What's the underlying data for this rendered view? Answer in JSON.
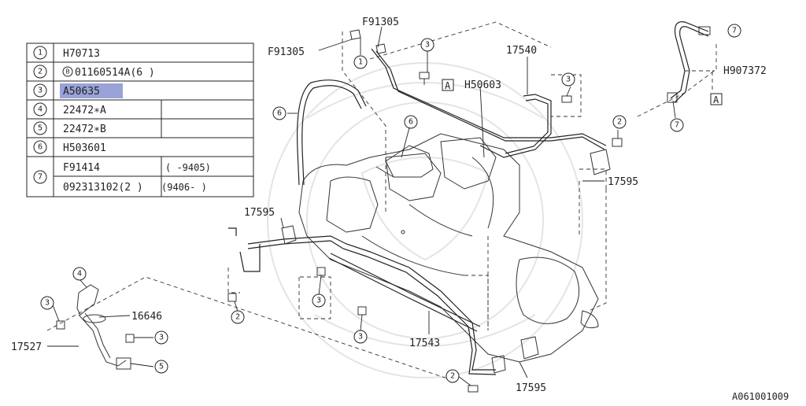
{
  "table": {
    "rows": [
      {
        "num": "1",
        "part": "H70713"
      },
      {
        "num": "2",
        "bolt_marker": "B",
        "part": "01160514A(6 )"
      },
      {
        "num": "3",
        "part": "A50635",
        "highlighted": true
      },
      {
        "num": "4",
        "part": "22472∗A"
      },
      {
        "num": "5",
        "part": "22472∗B"
      },
      {
        "num": "6",
        "part": "H503601"
      },
      {
        "num": "7",
        "part_a": "F91414",
        "date_a": "(      -9405)",
        "part_b": "092313102(2 )",
        "date_b": "(9406-      )"
      }
    ],
    "highlight_color": "#9aa3d8"
  },
  "labels": {
    "f91305_top": "F91305",
    "f91305_left": "F91305",
    "p17540": "17540",
    "h907372": "H907372",
    "h50603": "H50603",
    "p17595_right": "17595",
    "p17595_left": "17595",
    "p17595_bottom": "17595",
    "p16646": "16646",
    "p17527": "17527",
    "p17543": "17543",
    "box_a": "A",
    "diagram_id": "A061001009"
  },
  "callouts": {
    "c1": "1",
    "c2": "2",
    "c3": "3",
    "c4": "4",
    "c5": "5",
    "c6": "6",
    "c7": "7"
  }
}
